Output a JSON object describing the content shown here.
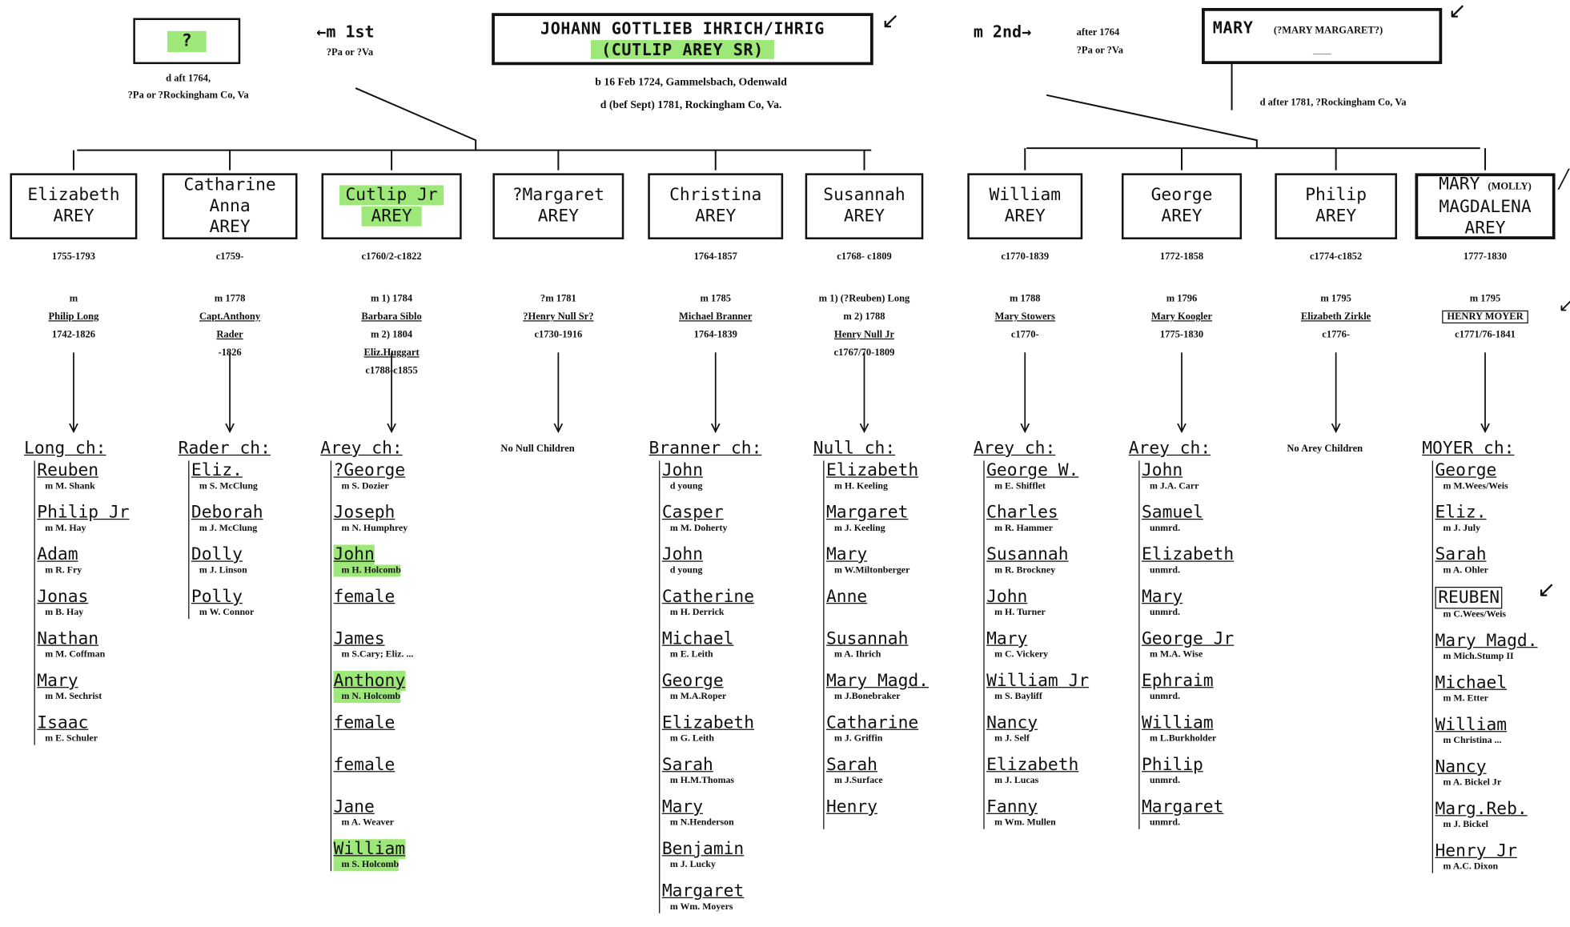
{
  "father": {
    "name_line1": "JOHANN GOTTLIEB IHRICH/IHRIG",
    "name_line2": "(CUTLIP AREY SR)",
    "born": "b 16 Feb 1724, Gammelsbach, Odenwald",
    "died": "d (bef Sept) 1781, Rockingham Co, Va."
  },
  "first_wife": {
    "name": "?",
    "died_line1": "d aft 1764,",
    "died_line2": "?Pa or ?Rockingham Co, Va",
    "marriage_label": "←m 1st",
    "marriage_place": "?Pa or ?Va"
  },
  "second_wife": {
    "name": "MARY",
    "alt_name": "(?MARY MARGARET?)",
    "dashes": "___",
    "died": "d after 1781, ?Rockingham Co, Va",
    "marriage_label": "m 2nd→",
    "marriage_date": "after 1764",
    "marriage_place": "?Pa or ?Va"
  },
  "children": [
    {
      "l1": "Elizabeth",
      "l2": "AREY",
      "dates": "1755-1793",
      "marriage": [
        "m",
        "Philip Long",
        "1742-1826"
      ],
      "head": "Long ch:",
      "kids": [
        [
          "Reuben",
          "m M. Shank"
        ],
        [
          "Philip Jr",
          "m M. Hay"
        ],
        [
          "Adam",
          "m R. Fry"
        ],
        [
          "Jonas",
          "m B. Hay"
        ],
        [
          "Nathan",
          "m M. Coffman"
        ],
        [
          "Mary",
          "m M. Sechrist"
        ],
        [
          "Isaac",
          "m E. Schuler"
        ]
      ]
    },
    {
      "l1": "Catharine",
      "l1b": "Anna",
      "l2": "AREY",
      "dates": "c1759-",
      "marriage": [
        "m 1778",
        "Capt.Anthony",
        "Rader",
        "-1826"
      ],
      "head": "Rader ch:",
      "kids": [
        [
          "Eliz.",
          "m S. McClung"
        ],
        [
          "Deborah",
          "m J. McClung"
        ],
        [
          "Dolly",
          "m J. Linson"
        ],
        [
          "Polly",
          "m W. Connor"
        ]
      ]
    },
    {
      "l1": "Cutlip Jr",
      "l2": "AREY",
      "dates": "c1760/2-c1822",
      "marriage": [
        "m 1) 1784",
        "Barbara Siblo",
        "m 2) 1804",
        "Eliz.Huggart",
        "c1788-c1855"
      ],
      "head": "Arey ch:",
      "kids": [
        [
          "?George",
          "m S. Dozier"
        ],
        [
          "Joseph",
          "m N. Humphrey"
        ],
        [
          "John",
          "m H. Holcomb"
        ],
        [
          "female",
          ""
        ],
        [
          "James",
          "m S.Cary; Eliz. ..."
        ],
        [
          "Anthony",
          "m N. Holcomb"
        ],
        [
          "female",
          ""
        ],
        [
          "female",
          ""
        ],
        [
          "Jane",
          "m A. Weaver"
        ],
        [
          "William",
          "m S. Holcomb"
        ]
      ]
    },
    {
      "l1": "?Margaret",
      "l2": "AREY",
      "dates": "",
      "marriage": [
        "?m 1781",
        "?Henry Null Sr?",
        "c1730-1916"
      ],
      "head": "No Null Children",
      "kids": []
    },
    {
      "l1": "Christina",
      "l2": "AREY",
      "dates": "1764-1857",
      "marriage": [
        "m 1785",
        "Michael Branner",
        "1764-1839"
      ],
      "head": "Branner ch:",
      "kids": [
        [
          "John",
          "d young"
        ],
        [
          "Casper",
          "m M. Doherty"
        ],
        [
          "John",
          "d young"
        ],
        [
          "Catherine",
          "m H. Derrick"
        ],
        [
          "Michael",
          "m E. Leith"
        ],
        [
          "George",
          "m M.A.Roper"
        ],
        [
          "Elizabeth",
          "m G. Leith"
        ],
        [
          "Sarah",
          "m H.M.Thomas"
        ],
        [
          "Mary",
          "m N.Henderson"
        ],
        [
          "Benjamin",
          "m J. Lucky"
        ],
        [
          "Margaret",
          "m Wm. Moyers"
        ]
      ]
    },
    {
      "l1": "Susannah",
      "l2": "AREY",
      "dates": "c1768- c1809",
      "marriage": [
        "m 1) (?Reuben) Long",
        "m 2) 1788",
        "Henry Null Jr",
        "c1767/70-1809"
      ],
      "head": "Null ch:",
      "kids": [
        [
          "Elizabeth",
          "m H. Keeling"
        ],
        [
          "Margaret",
          "m J. Keeling"
        ],
        [
          "Mary",
          "m W.Miltonberger"
        ],
        [
          "Anne",
          ""
        ],
        [
          "Susannah",
          "m A. Ihrich"
        ],
        [
          "Mary Magd.",
          "m J.Bonebraker"
        ],
        [
          "Catharine",
          "m J. Griffin"
        ],
        [
          "Sarah",
          "m J.Surface"
        ],
        [
          "Henry",
          ""
        ]
      ]
    },
    {
      "l1": "William",
      "l2": "AREY",
      "dates": "c1770-1839",
      "marriage": [
        "m 1788",
        "Mary Stowers",
        "c1770-"
      ],
      "head": "Arey ch:",
      "kids": [
        [
          "George W.",
          "m E. Shifflet"
        ],
        [
          "Charles",
          "m R. Hammer"
        ],
        [
          "Susannah",
          "m R. Brockney"
        ],
        [
          "John",
          "m H. Turner"
        ],
        [
          "Mary",
          "m C. Vickery"
        ],
        [
          "William Jr",
          "m S. Bayliff"
        ],
        [
          "Nancy",
          "m J. Self"
        ],
        [
          "Elizabeth",
          "m J. Lucas"
        ],
        [
          "Fanny",
          "m Wm. Mullen"
        ]
      ]
    },
    {
      "l1": "George",
      "l2": "AREY",
      "dates": "1772-1858",
      "marriage": [
        "m 1796",
        "Mary Koogler",
        "1775-1830"
      ],
      "head": "Arey ch:",
      "kids": [
        [
          "John",
          "m J.A. Carr"
        ],
        [
          "Samuel",
          "unmrd."
        ],
        [
          "Elizabeth",
          "unmrd."
        ],
        [
          "Mary",
          "unmrd."
        ],
        [
          "George Jr",
          "m M.A. Wise"
        ],
        [
          "Ephraim",
          "unmrd."
        ],
        [
          "William",
          "m L.Burkholder"
        ],
        [
          "Philip",
          "unmrd."
        ],
        [
          "Margaret",
          "unmrd."
        ]
      ]
    },
    {
      "l1": "Philip",
      "l2": "AREY",
      "dates": "c1774-c1852",
      "marriage": [
        "m 1795",
        "Elizabeth Zirkle",
        "c1776-"
      ],
      "head": "No Arey Children",
      "kids": []
    },
    {
      "l1": "MARY",
      "l1s": "(MOLLY)",
      "l1b": "MAGDALENA",
      "l2": "AREY",
      "dates": "1777-1830",
      "marriage": [
        "m 1795",
        "HENRY MOYER",
        "c1771/76-1841"
      ],
      "head": "MOYER ch:",
      "kids": [
        [
          "George",
          "m M.Wees/Weis"
        ],
        [
          "Eliz.",
          "m J. July"
        ],
        [
          "Sarah",
          "m A. Ohler"
        ],
        [
          "REUBEN",
          "m C.Wees/Weis"
        ],
        [
          "Mary Magd.",
          "m Mich.Stump II"
        ],
        [
          "Michael",
          "m M. Etter"
        ],
        [
          "William",
          "m Christina ..."
        ],
        [
          "Nancy",
          "m A. Bickel Jr"
        ],
        [
          "Marg.Reb.",
          "m J. Bickel"
        ],
        [
          "Henry Jr",
          "m A.C. Dixon"
        ]
      ]
    }
  ],
  "colors": {
    "ink": "#111111",
    "highlight": "#9ee87a",
    "paper": "#ffffff"
  }
}
